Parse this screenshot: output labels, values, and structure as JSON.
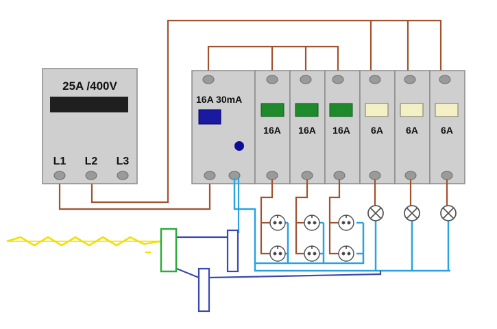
{
  "meter": {
    "rating": "25A /400V",
    "phases": [
      "L1",
      "L2",
      "L3"
    ]
  },
  "rcd": {
    "rating": "16A 30mA"
  },
  "breakers": [
    "16A",
    "16A",
    "16A",
    "6A",
    "6A",
    "6A"
  ],
  "colors": {
    "phase_wire": "#a0522d",
    "neutral_wire": "#29a3e0",
    "ground_wire": "#3b48b0",
    "earth_bar": "#2eaa3c",
    "earth_rod": "#f0e000",
    "panel_fill": "#cfcfcf",
    "breaker_fill_16a": "#1e8a2c",
    "breaker_fill_6a": "#f2f0c4",
    "rcd_button": "#1a1aa0"
  }
}
